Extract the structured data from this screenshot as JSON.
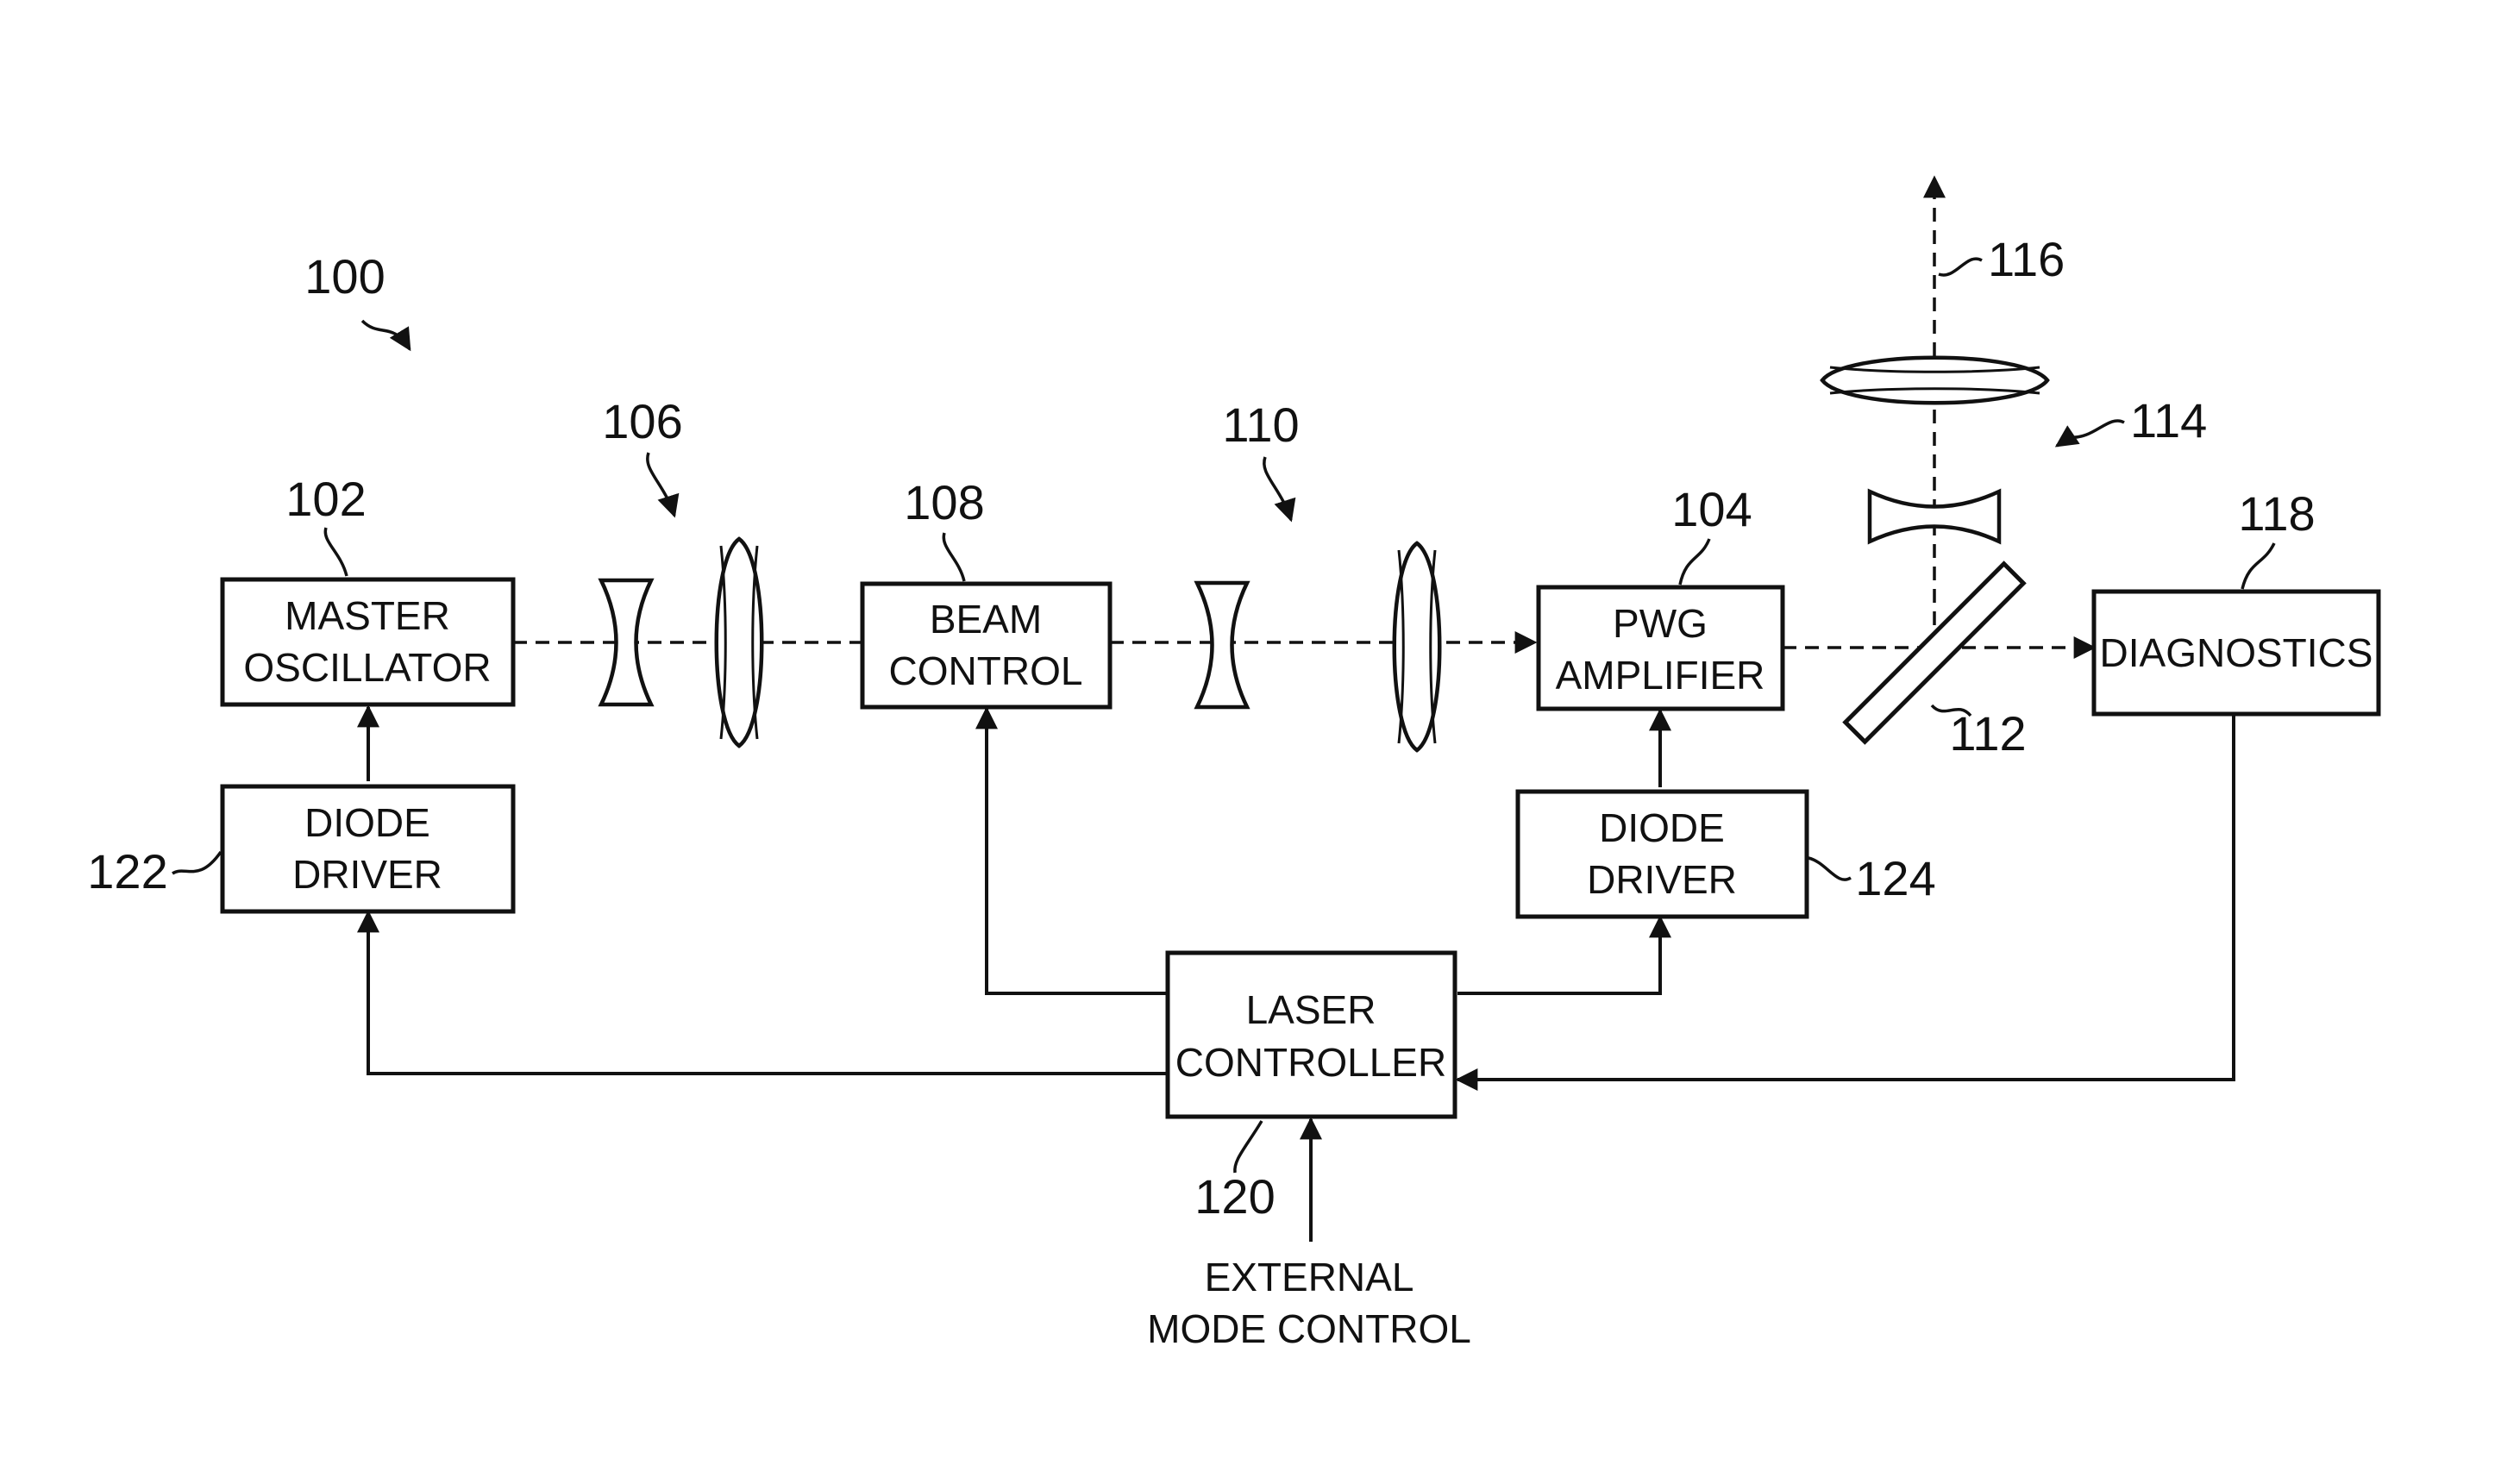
{
  "figure": {
    "system_ref": "100",
    "blocks": {
      "master_oscillator": {
        "ref": "102",
        "lines": [
          "MASTER",
          "OSCILLATOR"
        ]
      },
      "pwg_amplifier": {
        "ref": "104",
        "lines": [
          "PWG",
          "AMPLIFIER"
        ]
      },
      "beam_control": {
        "ref": "108",
        "lines": [
          "BEAM",
          "CONTROL"
        ]
      },
      "diagnostics": {
        "ref": "118",
        "lines": [
          "DIAGNOSTICS"
        ]
      },
      "laser_controller": {
        "ref": "120",
        "lines": [
          "LASER",
          "CONTROLLER"
        ]
      },
      "diode_driver_left": {
        "ref": "122",
        "lines": [
          "DIODE",
          "DRIVER"
        ]
      },
      "diode_driver_right": {
        "ref": "124",
        "lines": [
          "DIODE",
          "DRIVER"
        ]
      }
    },
    "optics": {
      "lens_group_1": {
        "ref": "106"
      },
      "lens_group_2": {
        "ref": "110"
      },
      "beam_splitter": {
        "ref": "112"
      },
      "telescope": {
        "ref": "114"
      },
      "output_beam": {
        "ref": "116"
      }
    },
    "external_input": {
      "lines": [
        "EXTERNAL",
        "MODE CONTROL"
      ]
    }
  }
}
